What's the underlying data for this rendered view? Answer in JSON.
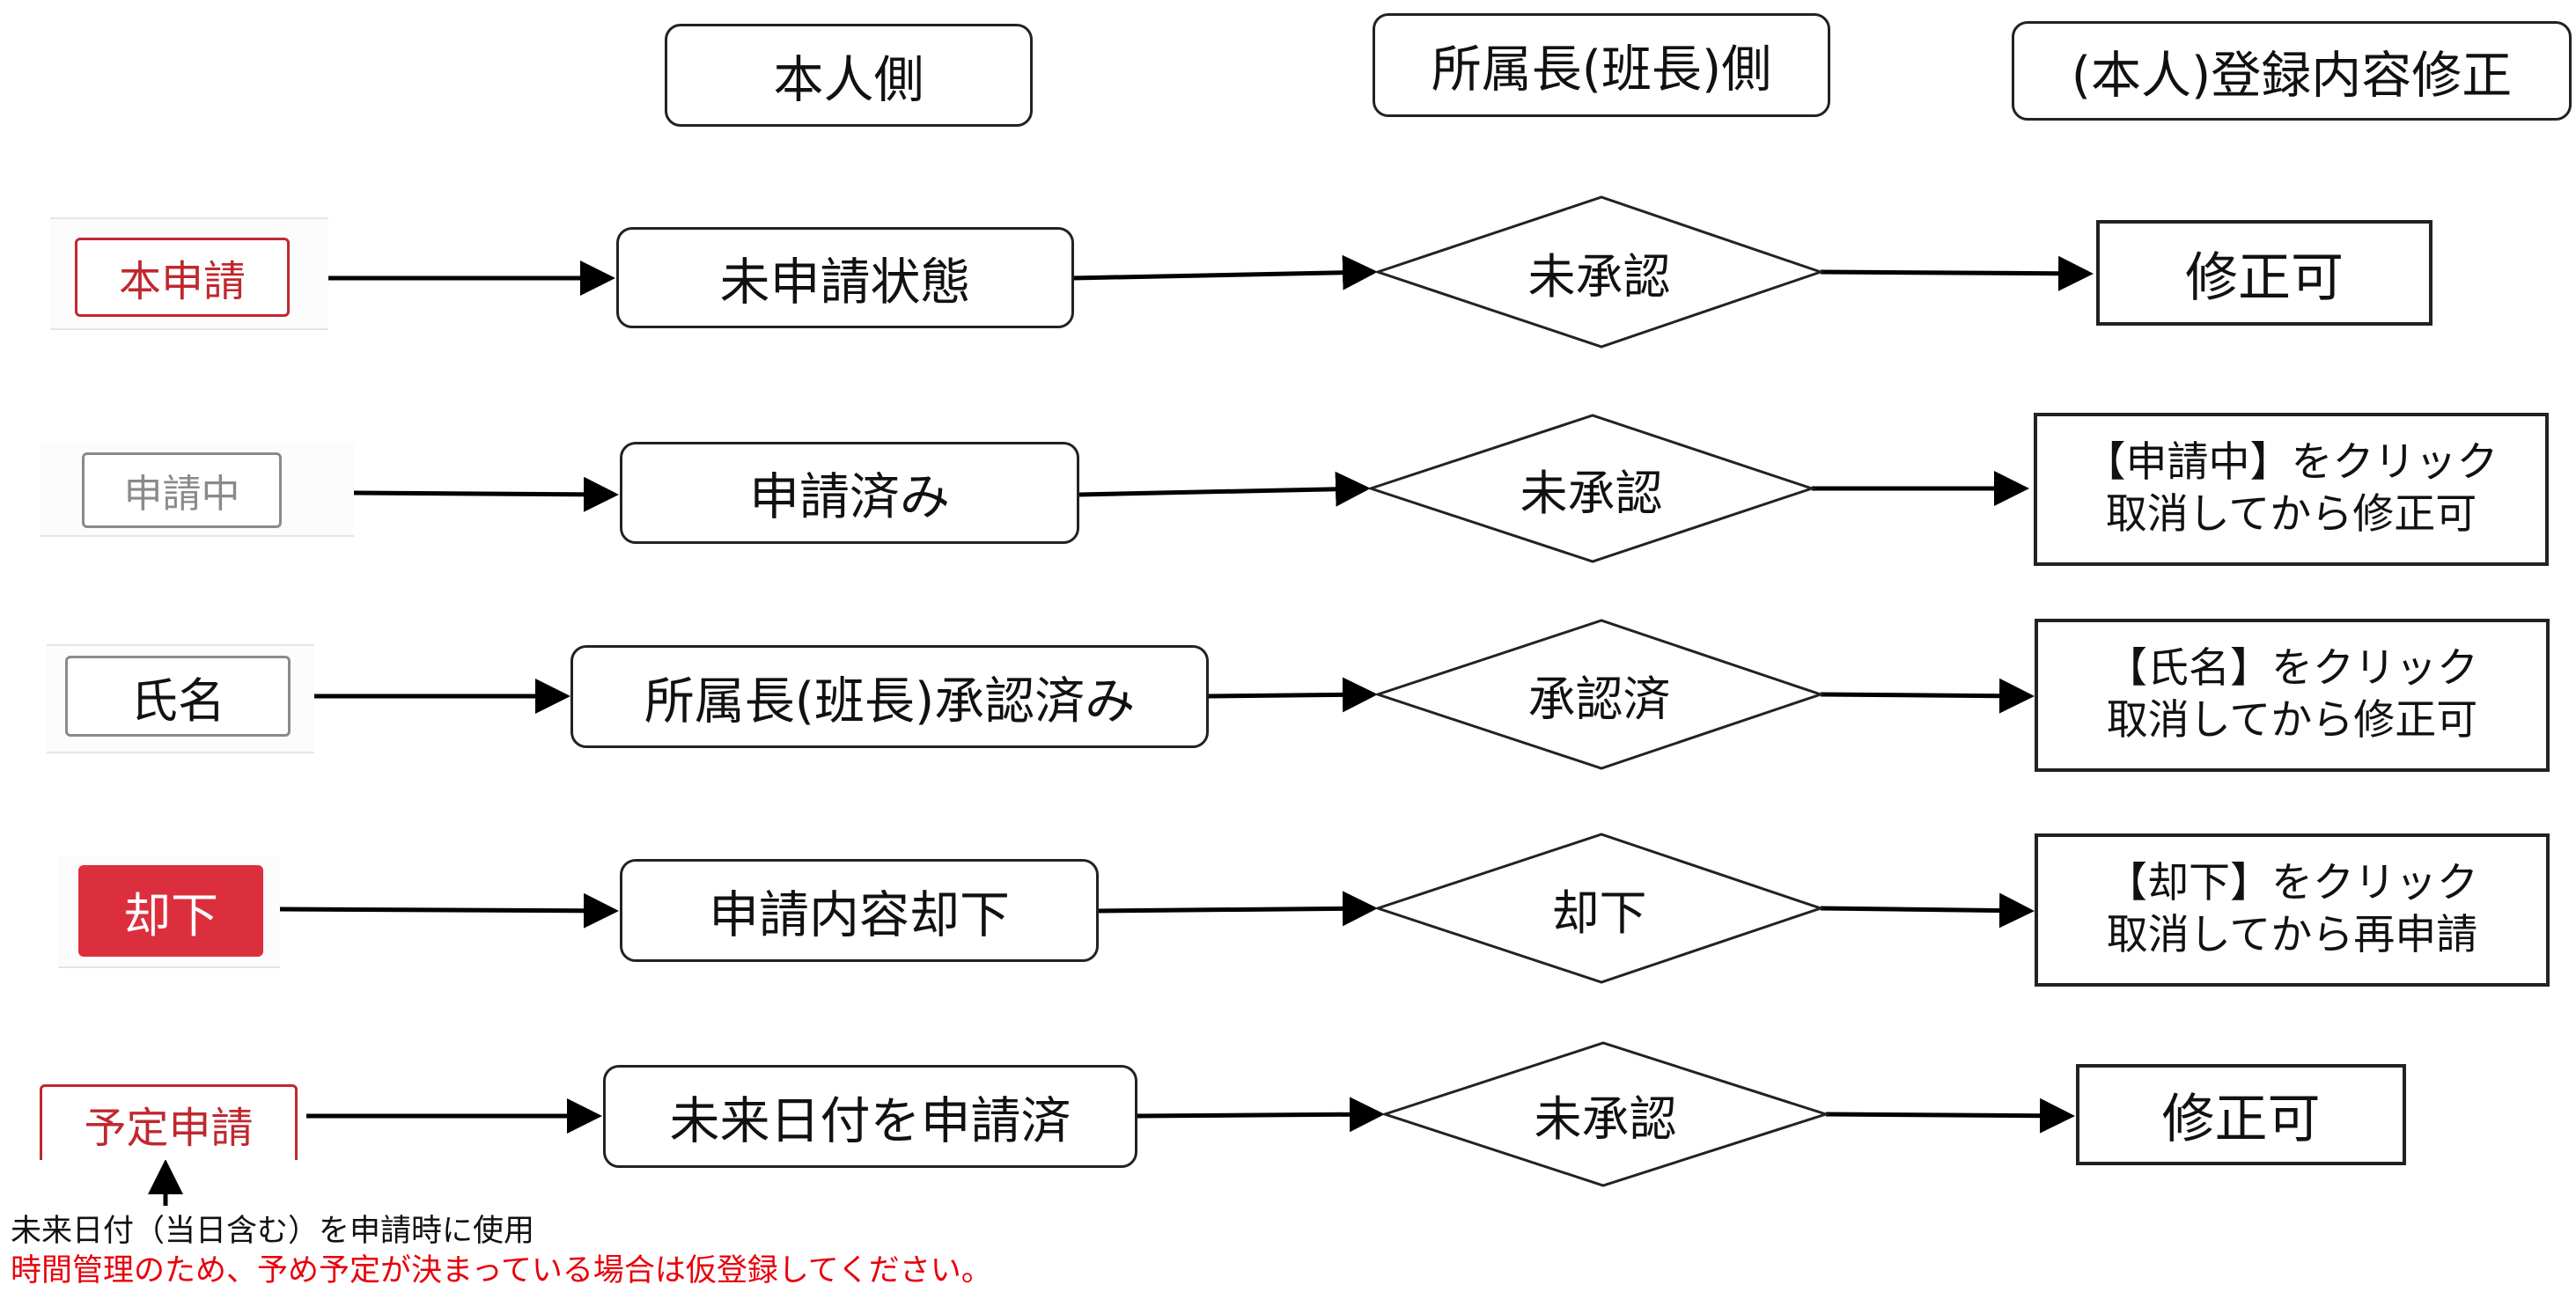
{
  "headers": {
    "self_side": "本人側",
    "supervisor_side": "所属長(班長)側",
    "edit_column": "(本人)登録内容修正"
  },
  "rows": [
    {
      "button_label": "本申請",
      "status": "未申請状態",
      "supervisor_status": "未承認",
      "edit_lines": [
        "修正可"
      ]
    },
    {
      "button_label": "申請中",
      "status": "申請済み",
      "supervisor_status": "未承認",
      "edit_lines": [
        "【申請中】をクリック",
        "取消してから修正可"
      ]
    },
    {
      "button_label": "氏名",
      "status": "所属長(班長)承認済み",
      "supervisor_status": "承認済",
      "edit_lines": [
        "【氏名】をクリック",
        "取消してから修正可"
      ]
    },
    {
      "button_label": "却下",
      "status": "申請内容却下",
      "supervisor_status": "却下",
      "edit_lines": [
        "【却下】をクリック",
        "取消してから再申請"
      ]
    },
    {
      "button_label": "予定申請",
      "status": "未来日付を申請済",
      "supervisor_status": "未承認",
      "edit_lines": [
        "修正可"
      ]
    }
  ],
  "notes": {
    "usage": "未来日付（当日含む）を申請時に使用",
    "warning": "時間管理のため、予め予定が決まっている場合は仮登録してください。"
  },
  "colors": {
    "red_outline": "#c0282f",
    "gray_outline": "#8a8a8a",
    "reject_fill": "#dc2f3e",
    "warning_text": "#e8000b"
  }
}
